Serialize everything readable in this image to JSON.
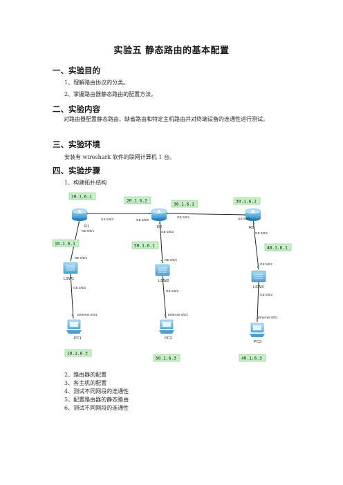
{
  "title": "实验五  静态路由的基本配置",
  "sections": {
    "s1": {
      "heading": "一、实验目的",
      "items": [
        "1、理解路由协议的分类。",
        "2、掌握路由器静态路由的配置方法。"
      ]
    },
    "s2": {
      "heading": "二、实验内容",
      "text": "对路由器配置静态路由、缺省路由和特定主机路由并对终端设备的连通性进行测试。"
    },
    "s3": {
      "heading": "三、实验环境",
      "text": "安装有 wireshark 软件的联网计算机 1 台。"
    },
    "s4": {
      "heading": "四、实验步骤",
      "step1": "1、构建拓扑结构",
      "steps": [
        "2、路由器的配置",
        "3、各主机的配置",
        "4、测试不同网段的连通性",
        "5、配置路由器的静态路由",
        "6、测试不同网段的连通性"
      ]
    }
  },
  "topology": {
    "ips": {
      "r1_top": "20.1.6.1",
      "r2_top_left": "20.1.6.2",
      "r2_top_right": "30.1.6.1",
      "r3_top": "30.1.6.2",
      "r1_bottom": "10.1.6.1",
      "r2_bottom": "50.1.6.1",
      "r3_bottom": "40.1.6.1",
      "pc1": "10.1.6.3",
      "pc2": "50.1.6.3",
      "pc3": "40.1.6.3"
    },
    "devices": {
      "r1": "R1",
      "r2": "R2",
      "r3": "R3",
      "lsw1": "LSW1",
      "lsw2": "LSW2",
      "lsw3": "LSW3",
      "pc1": "PC1",
      "pc2": "PC2",
      "pc3": "PC3"
    },
    "ports": {
      "r1_g000": "GE 0/0/0",
      "r2_g000": "GE 0/0/0",
      "r2_g001": "GE 0/0/1",
      "r3_g000": "GE 0/0/0",
      "r1_g001": "GE 0/0/1",
      "r2_g002": "GE 0/0/2",
      "r3_g001": "GE 0/0/1",
      "lsw1_g001": "GE 0/0/1",
      "lsw1_g002": "GE 0/0/2",
      "lsw2_g001": "GE 0/0/1",
      "lsw2_g002": "GE 0/0/2",
      "lsw3_g001": "GE 0/0/1",
      "lsw3_g002": "GE 0/0/2",
      "pc1_eth": "Ethernet 0/0/1",
      "pc2_eth": "Ethernet 0/0/1",
      "pc3_eth": "Ethernet 0/0/1"
    },
    "colors": {
      "router": "#4aa3d8",
      "switch": "#5ab0e0",
      "pc": "#6bb8e6",
      "ip_fill": "#c8f0c8",
      "link_green": "#2ea84a"
    }
  }
}
